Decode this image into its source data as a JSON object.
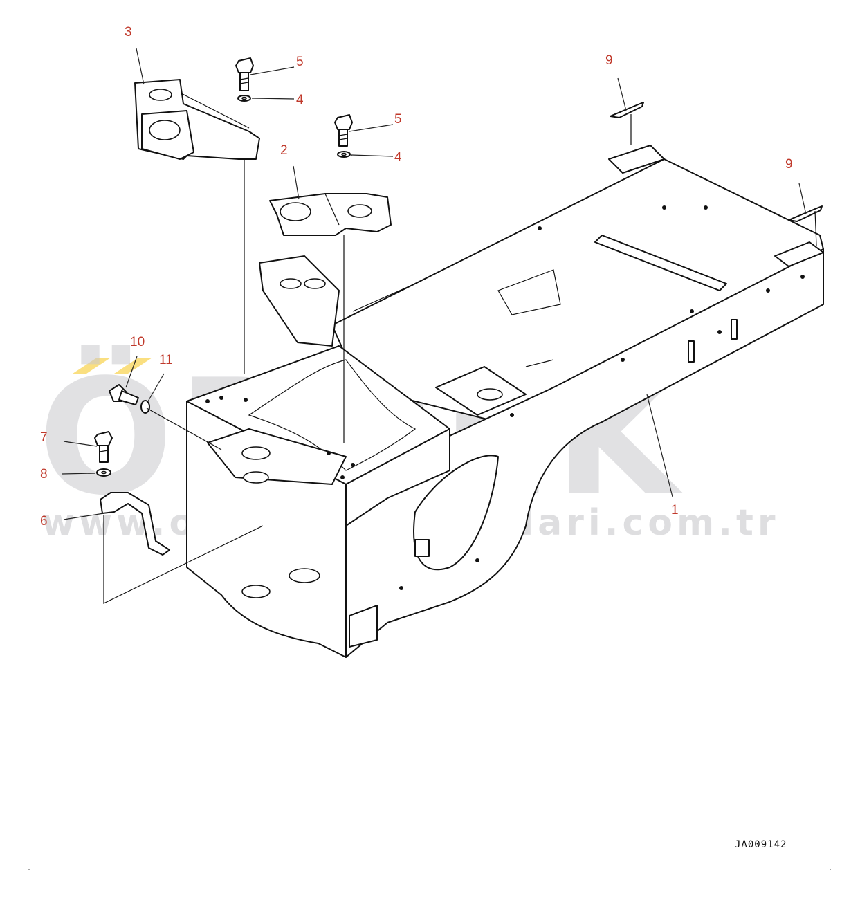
{
  "drawing_code": "JA009142",
  "watermark": {
    "brand": "ÖRNEK",
    "url": "www.ornekismakinalari.com.tr",
    "accent_color": "#f5c518",
    "text_color": "#c9c9cd"
  },
  "callout_color": "#c0392b",
  "callouts": [
    {
      "id": "c3a",
      "label": "3"
    },
    {
      "id": "c5a",
      "label": "5"
    },
    {
      "id": "c4a",
      "label": "4"
    },
    {
      "id": "c5b",
      "label": "5"
    },
    {
      "id": "c4b",
      "label": "4"
    },
    {
      "id": "c2",
      "label": "2"
    },
    {
      "id": "c9a",
      "label": "9"
    },
    {
      "id": "c9b",
      "label": "9"
    },
    {
      "id": "c10",
      "label": "10"
    },
    {
      "id": "c11",
      "label": "11"
    },
    {
      "id": "c7",
      "label": "7"
    },
    {
      "id": "c8",
      "label": "8"
    },
    {
      "id": "c6",
      "label": "6"
    },
    {
      "id": "c1",
      "label": "1"
    }
  ]
}
